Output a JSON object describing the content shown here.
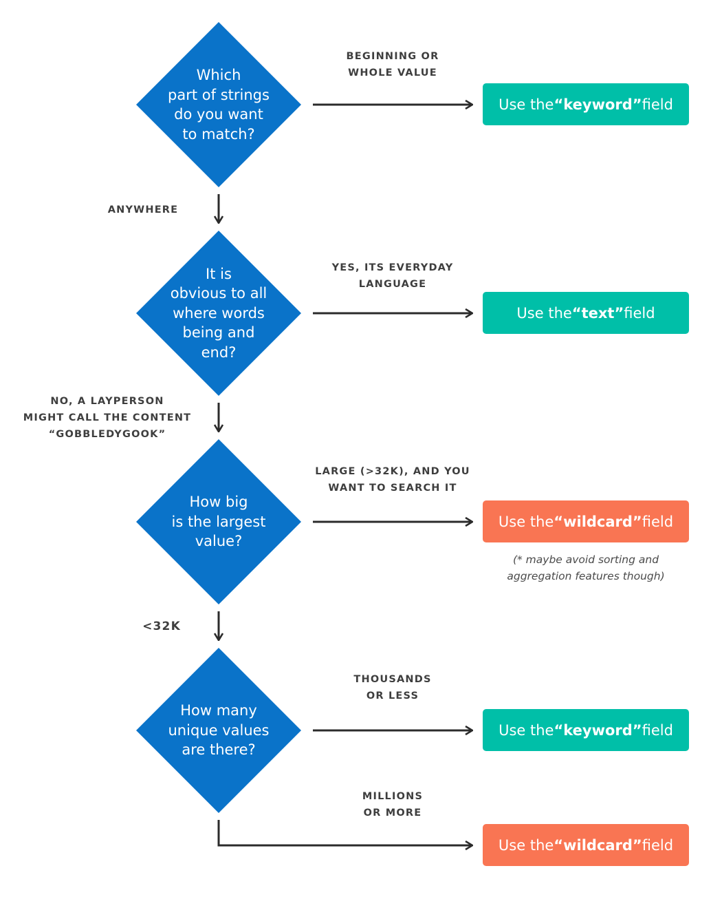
{
  "colors": {
    "decision": "#0a73c9",
    "keyword_result": "#00bfa8",
    "wildcard_result": "#f97553",
    "connector": "#2b2b2b",
    "label_text": "#3e3e3e"
  },
  "decisions": [
    {
      "lines": [
        "Which",
        "part of strings",
        "do you want",
        "to match?"
      ]
    },
    {
      "lines": [
        "It is",
        "obvious to all",
        "where words",
        "being and",
        "end?"
      ]
    },
    {
      "lines": [
        "How big",
        "is the largest",
        "value?"
      ]
    },
    {
      "lines": [
        "How many",
        "unique values",
        "are there?"
      ]
    }
  ],
  "edge_labels": {
    "beginning": [
      "BEGINNING OR",
      "WHOLE VALUE"
    ],
    "anywhere": [
      "ANYWHERE"
    ],
    "everyday": [
      "YES, ITS EVERYDAY",
      "LANGUAGE"
    ],
    "layperson": [
      "NO, A LAYPERSON",
      "MIGHT CALL THE CONTENT",
      "“GOBBLEDYGOOK”"
    ],
    "large": [
      "LARGE (>32K), AND YOU",
      "WANT TO SEARCH IT"
    ],
    "small": [
      "<32K"
    ],
    "thousands": [
      "THOUSANDS",
      "OR LESS"
    ],
    "millions": [
      "MILLIONS",
      "OR MORE"
    ]
  },
  "results": [
    {
      "prefix": "Use the ",
      "field": "“keyword”",
      "suffix": " field",
      "kind": "keyword"
    },
    {
      "prefix": "Use the ",
      "field": "“text”",
      "suffix": " field",
      "kind": "text"
    },
    {
      "prefix": "Use the ",
      "field": "“wildcard”",
      "suffix": " field",
      "kind": "wildcard"
    },
    {
      "prefix": "Use the ",
      "field": "“keyword”",
      "suffix": " field",
      "kind": "keyword"
    },
    {
      "prefix": "Use the ",
      "field": "“wildcard”",
      "suffix": " field",
      "kind": "wildcard"
    }
  ],
  "note": [
    "(* maybe avoid sorting and",
    "aggregation features though)"
  ]
}
